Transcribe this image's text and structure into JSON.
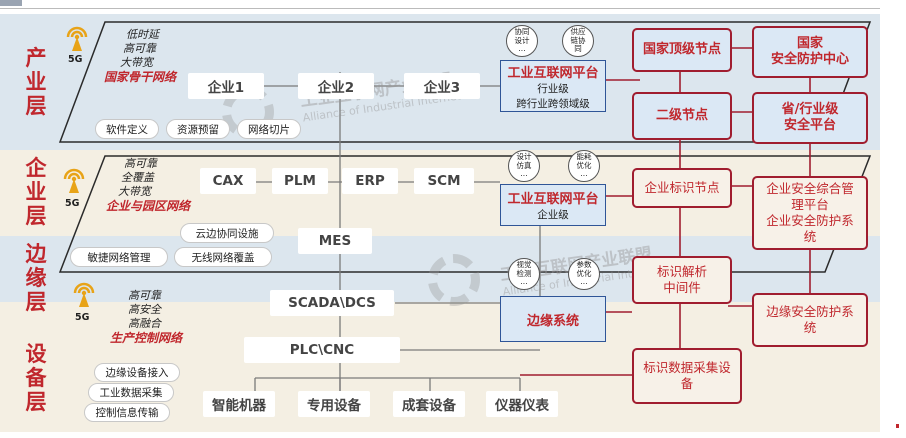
{
  "layers": {
    "industry": "产业层",
    "enterprise": "企业层",
    "edge": "边缘层",
    "device": "设备层"
  },
  "network": {
    "fiveg": "5G",
    "industry_features": [
      "低时延",
      "高可靠",
      "大带宽"
    ],
    "industry_network": "国家骨干网络",
    "enterprise_features": [
      "高可靠",
      "全覆盖",
      "大带宽"
    ],
    "enterprise_network": "企业与园区网络",
    "device_features": [
      "高可靠",
      "高安全",
      "高融合"
    ],
    "device_network": "生产控制网络"
  },
  "industry": {
    "companies": [
      "企业1",
      "企业2",
      "企业3"
    ],
    "pills": [
      "软件定义",
      "资源预留",
      "网络切片"
    ]
  },
  "enterprise": {
    "systems": [
      "CAX",
      "PLM",
      "ERP",
      "SCM"
    ],
    "mes": "MES",
    "pills": [
      "云边协同设施",
      "敏捷网络管理",
      "无线网络覆盖"
    ]
  },
  "edge": {
    "scada": "SCADA\\DCS",
    "plc": "PLC\\CNC"
  },
  "device": {
    "pills": [
      "边缘设备接入",
      "工业数据采集",
      "控制信息传输"
    ],
    "equipment": [
      "智能机器",
      "专用设备",
      "成套设备",
      "仪器仪表"
    ]
  },
  "platform": {
    "industry_title": "工业互联网平台",
    "industry_sub1": "行业级",
    "industry_sub2": "跨行业跨领域级",
    "enterprise_title": "工业互联网平台",
    "enterprise_sub": "企业级",
    "edge_system": "边缘系统"
  },
  "bubbles": {
    "b1": [
      "协同",
      "设计",
      "..."
    ],
    "b2": [
      "供应",
      "链协",
      "同"
    ],
    "b3": [
      "设计",
      "仿真",
      "..."
    ],
    "b4": [
      "能耗",
      "优化",
      "..."
    ],
    "b5": [
      "视觉",
      "检测",
      "..."
    ],
    "b6": [
      "参数",
      "优化",
      "..."
    ]
  },
  "identity": {
    "national_top": "国家顶级节点",
    "secondary": "二级节点",
    "enterprise_node": "企业标识节点",
    "middleware": [
      "标识解析",
      "中间件"
    ],
    "data_collection": [
      "标识数据采集设",
      "备"
    ]
  },
  "security": {
    "national": [
      "国家",
      "安全防护中心"
    ],
    "provincial": [
      "省/行业级",
      "安全平台"
    ],
    "enterprise": [
      "企业安全综合管",
      "理平台",
      "企业安全防护系",
      "统"
    ],
    "edge": [
      "边缘安全防护系",
      "统"
    ]
  },
  "watermark": {
    "cn": "工业互联网产业联盟",
    "en": "Alliance of Industrial Internet"
  },
  "colors": {
    "accent_red": "#c0272d",
    "frame_red": "#a01d2f",
    "platform_blue": "#2f5597",
    "band_blue": "#dce6ee",
    "band_beige": "#f4efe3"
  }
}
